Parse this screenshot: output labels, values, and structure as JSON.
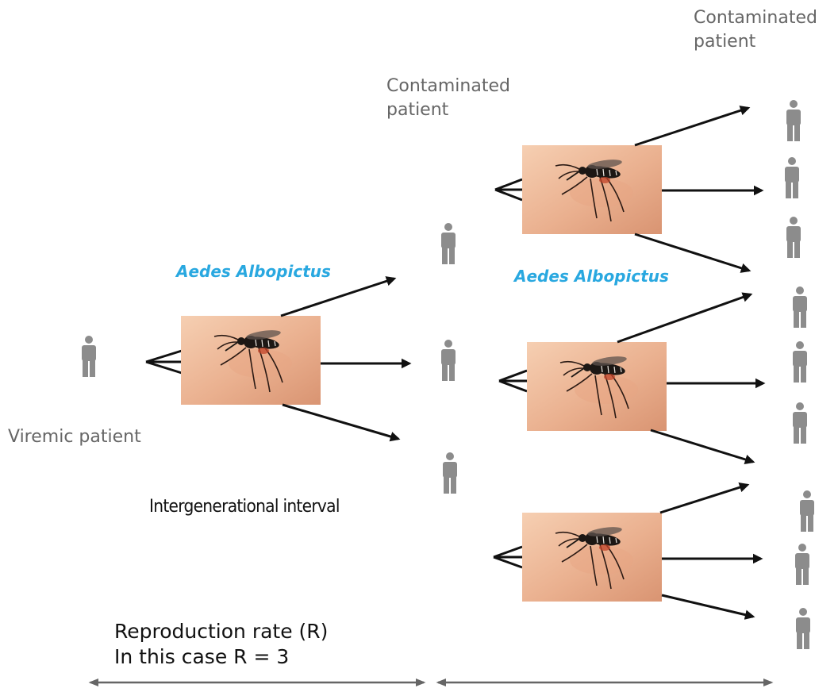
{
  "labels": {
    "contaminated_patient_top": "Contaminated\npatient",
    "contaminated_patient_mid": "Contaminated\npatient",
    "species_left": "Aedes Albopictus",
    "species_right": "Aedes Albopictus",
    "viremic_patient": "Viremic patient",
    "intergenerational_interval": "Intergenerational interval",
    "reproduction_rate": "Reproduction rate (R)",
    "in_this_case": "In this case R = 3"
  },
  "colors": {
    "person": "#8c8c8c",
    "species_text": "#29a8e0",
    "arrow": "#111111",
    "skin_light": "#f2c3a3",
    "skin_dark": "#d8906c"
  },
  "icons": [
    "person-icon",
    "mosquito-photo",
    "arrow"
  ]
}
